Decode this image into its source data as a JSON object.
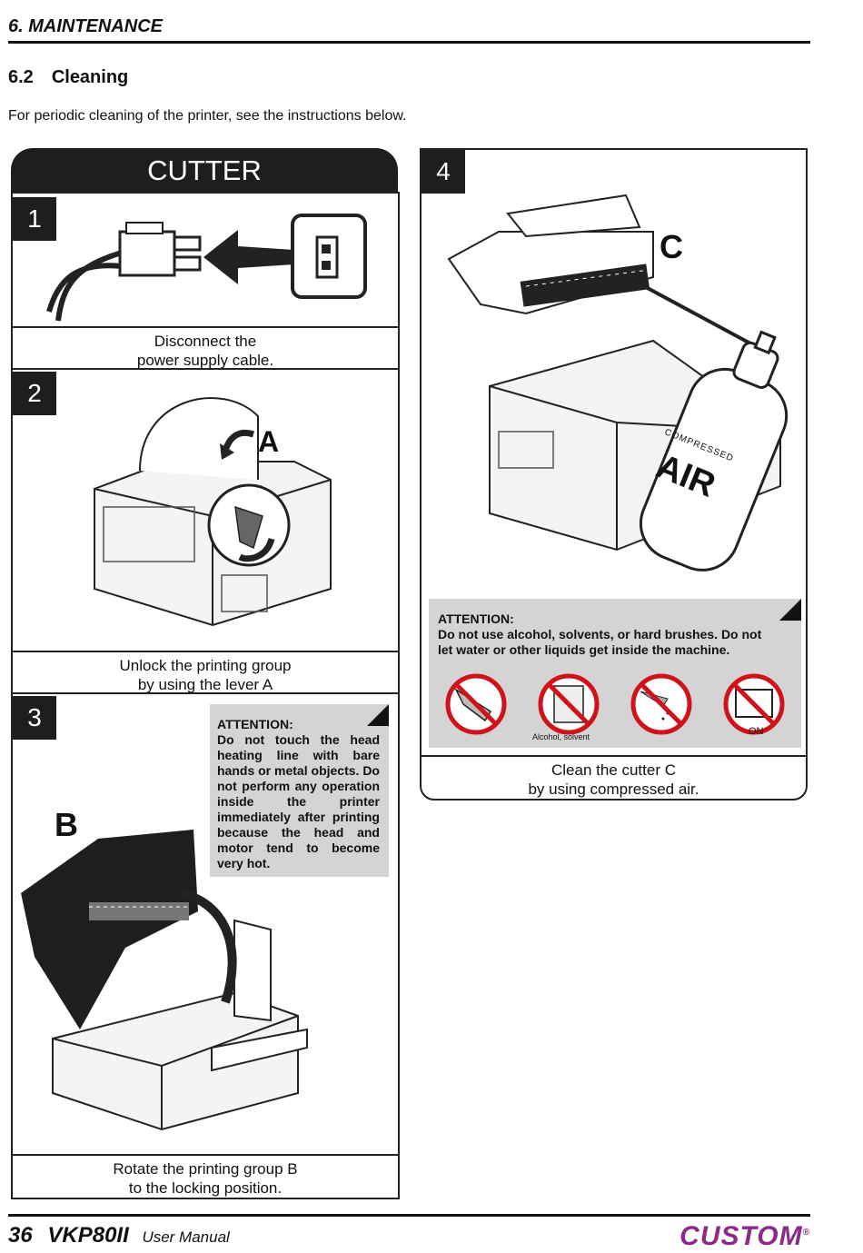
{
  "header": {
    "chapter": "6. MAINTENANCE"
  },
  "section": {
    "number": "6.2",
    "title": "Cleaning"
  },
  "intro": "For periodic cleaning of the printer, see the instructions below.",
  "cutter": {
    "title": "CUTTER",
    "steps": [
      {
        "num": "1",
        "caption_l1": "Disconnect the",
        "caption_l2": "power supply cable."
      },
      {
        "num": "2",
        "label": "A",
        "caption_l1": "Unlock the printing group",
        "caption_l2": "by using the lever A"
      },
      {
        "num": "3",
        "label": "B",
        "caption_l1": "Rotate the printing group B",
        "caption_l2": "to the locking position.",
        "attention_title": "ATTENTION:",
        "attention_text": "Do not touch the head heating line with bare hands or metal objects. Do not perform any operation inside the printer immediately after printing because the head and motor tend to become very hot."
      },
      {
        "num": "4",
        "label": "C",
        "caption_l1": "Clean the cutter C",
        "caption_l2": "by using compressed air.",
        "attention_title": "ATTENTION:",
        "attention_text": "Do not use alcohol, solvents, or hard brushes. Do not let water or other liquids get inside the machine.",
        "can_small": "COMPRESSED",
        "can_big": "AIR",
        "icon_label_solvent": "Alcohol, solvent",
        "icon_label_on": "ON"
      }
    ]
  },
  "footer": {
    "page": "36",
    "product": "VKP80II",
    "manual": "User Manual",
    "brand": "CUSTOM",
    "brand_mark": "®"
  },
  "colors": {
    "brand": "#8b2a8b",
    "panel": "#1e1e1e",
    "attention_bg": "#d4d4d4",
    "prohibit": "#d0121b"
  }
}
